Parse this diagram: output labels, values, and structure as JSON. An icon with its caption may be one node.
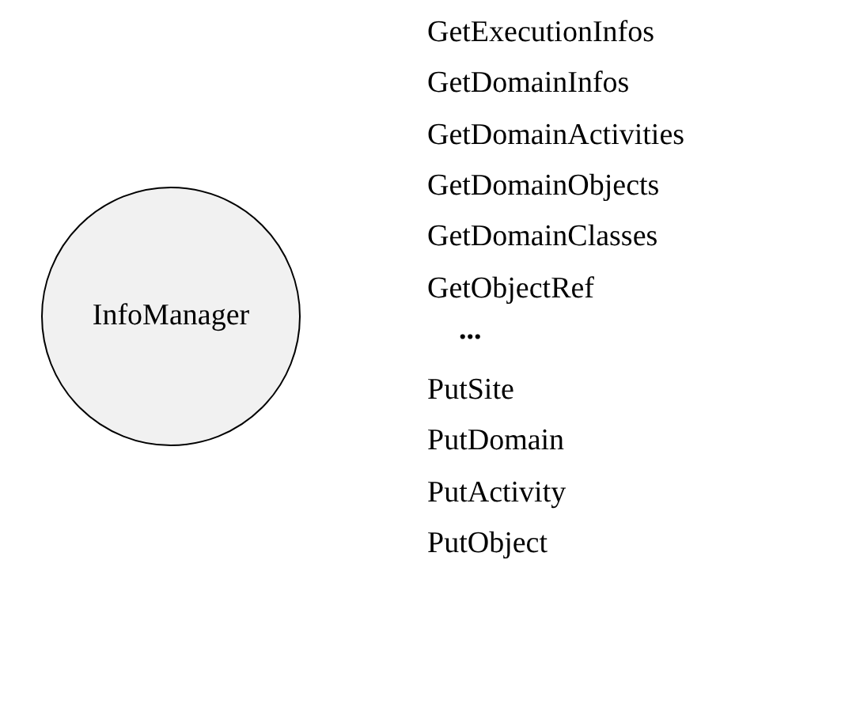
{
  "diagram": {
    "nodes": [
      {
        "text": [
          "InfoManager"
        ]
      }
    ],
    "labels": [
      "GetExecutionInfos",
      "GetDomainInfos",
      "GetDomainActivities",
      "GetDomainObjects",
      "GetDomainClasses",
      "GetObjectRef",
      "...",
      "PutSite",
      "PutDomain",
      "PutActivity",
      "PutObject"
    ]
  }
}
